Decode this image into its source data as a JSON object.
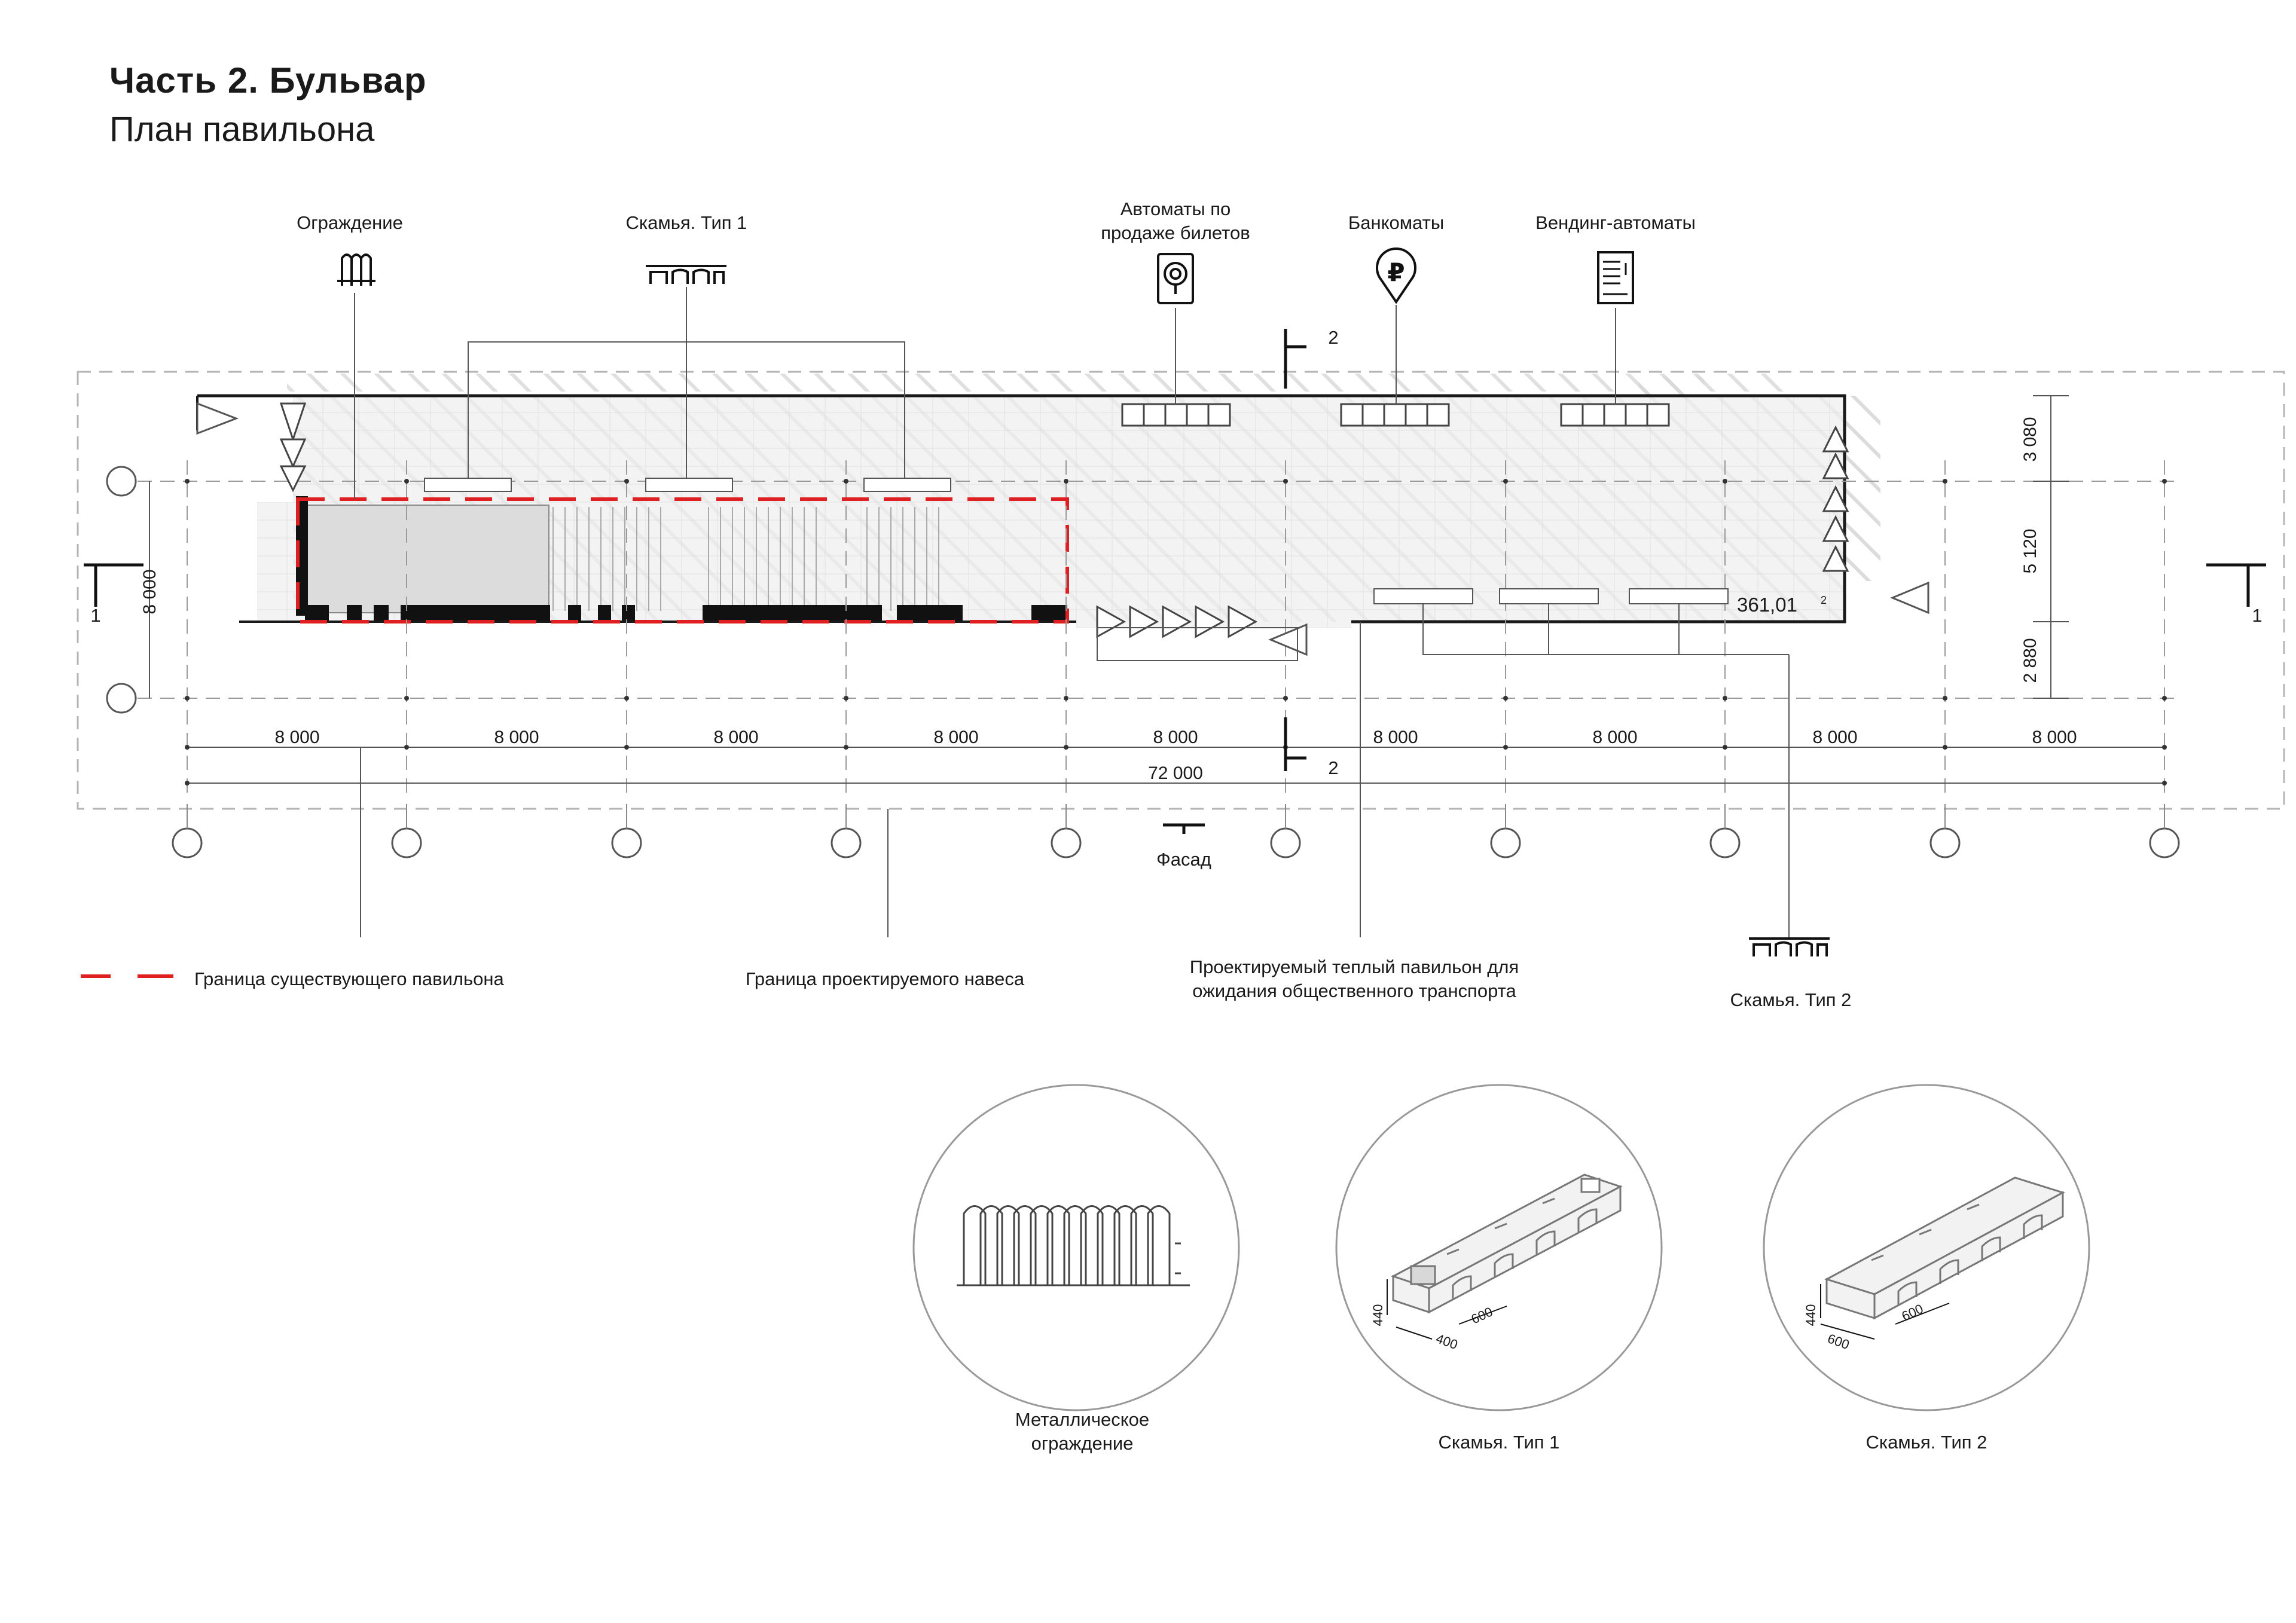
{
  "header": {
    "title": "Часть 2. Бульвар",
    "subtitle": "План павильона"
  },
  "callouts": {
    "fence": "Ограждение",
    "bench1": "Скамья. Тип 1",
    "ticket_line1": "Автоматы по",
    "ticket_line2": "продаже билетов",
    "atm": "Банкоматы",
    "vending": "Вендинг-автоматы",
    "bench2": "Скамья. Тип 2"
  },
  "plan": {
    "area_label": "361,01",
    "area_unit": "2",
    "section_1": "1",
    "section_2": "2",
    "facade": "Фасад",
    "dims_vertical_left": "8 000",
    "dims_vertical_right": [
      "3 080",
      "5 120",
      "2 880"
    ],
    "span_values": [
      "8 000",
      "8 000",
      "8 000",
      "8 000",
      "8 000",
      "8 000",
      "8 000",
      "8 000",
      "8 000"
    ],
    "total_length": "72 000"
  },
  "legend": {
    "existing_pavilion": "Граница существующего павильона",
    "canopy": "Граница проектируемого навеса",
    "new_pavilion_line1": "Проектируемый теплый павильон для",
    "new_pavilion_line2": "ожидания общественного транспорта"
  },
  "details": {
    "fence_line1": "Металлическое",
    "fence_line2": "ограждение",
    "bench1": "Скамья. Тип 1",
    "bench2": "Скамья. Тип 2",
    "bench1_dims": [
      "440",
      "400",
      "600"
    ],
    "bench2_dims": [
      "440",
      "600",
      "600"
    ]
  },
  "colors": {
    "existing_boundary": "#e02020",
    "lines": "#1a1a1a",
    "dashed_grid": "#9a9a9a"
  }
}
